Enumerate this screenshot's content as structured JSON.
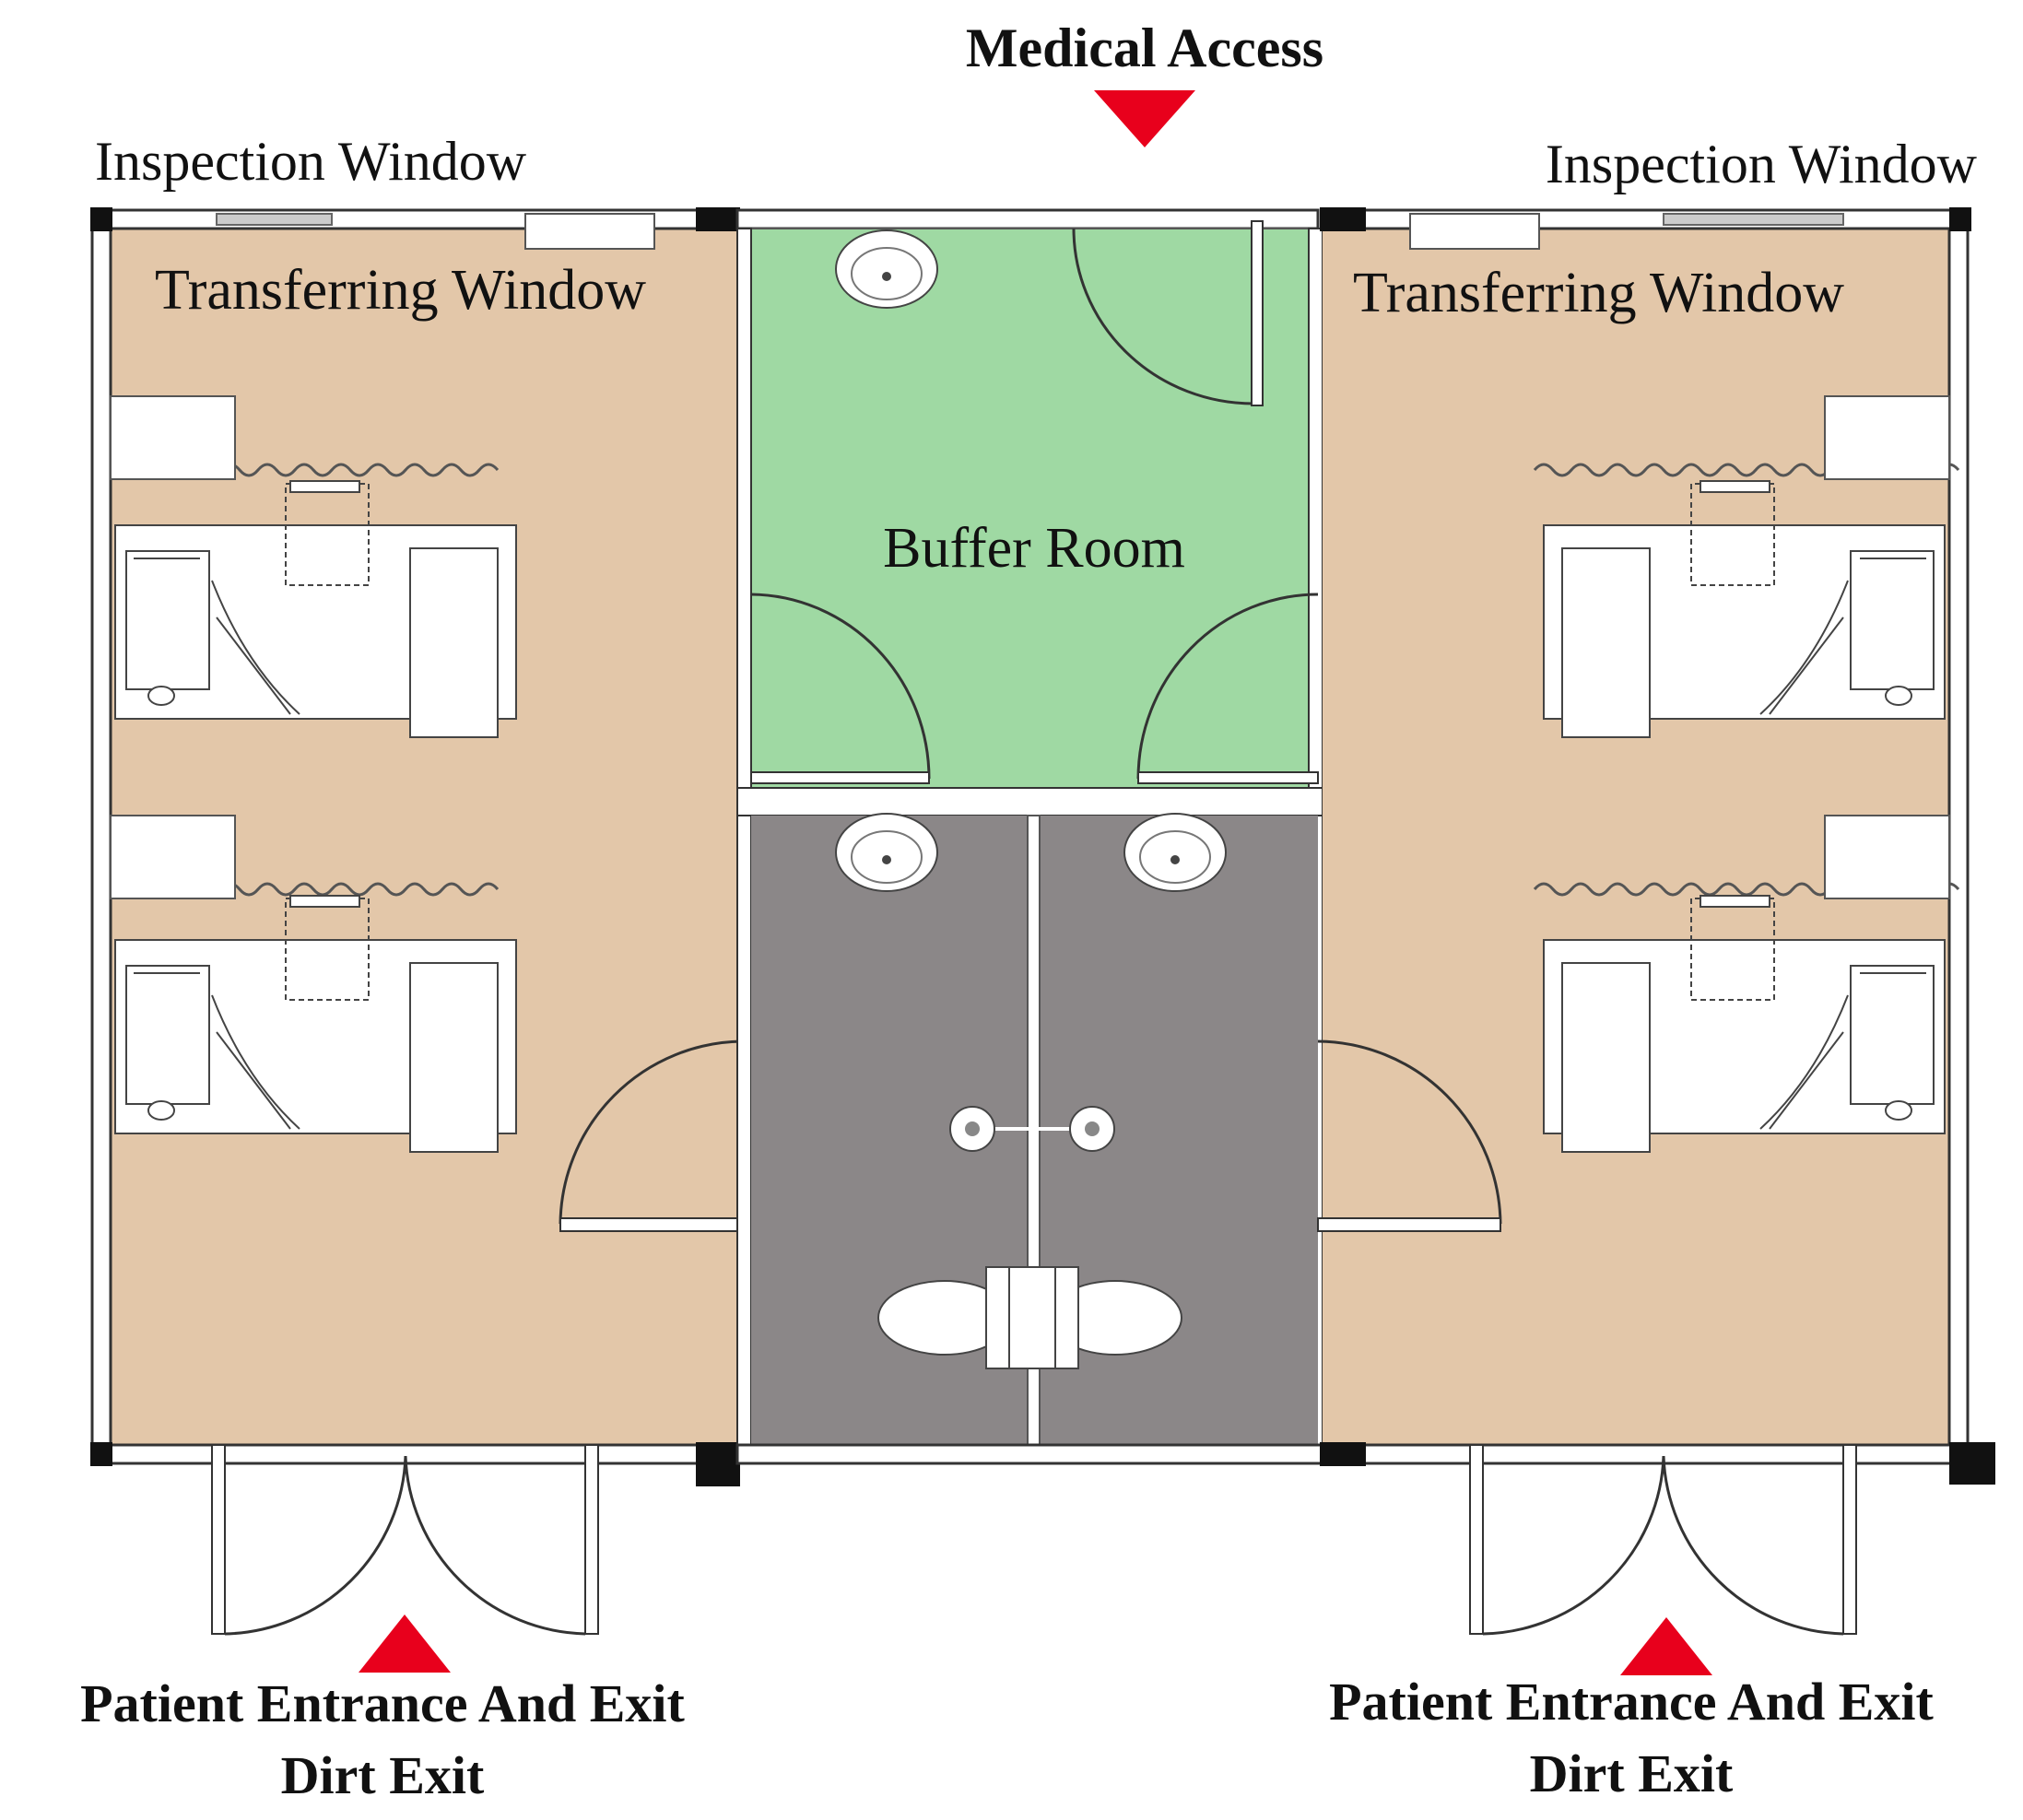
{
  "labels": {
    "medical_access": "Medical Access",
    "inspection_window_left": "Inspection Window",
    "inspection_window_right": "Inspection Window",
    "transferring_window_left": "Transferring Window",
    "transferring_window_right": "Transferring Window",
    "buffer_room": "Buffer Room",
    "patient_entrance_left": "Patient Entrance And Exit",
    "dirt_exit_left": "Dirt Exit",
    "patient_entrance_right": "Patient Entrance And Exit",
    "dirt_exit_right": "Dirt Exit"
  },
  "colors": {
    "ward_floor": "#e3c7a9",
    "buffer_room": "#9fd9a3",
    "bathroom": "#8b8788",
    "arrow": "#e8001c",
    "wall": "#111111"
  }
}
